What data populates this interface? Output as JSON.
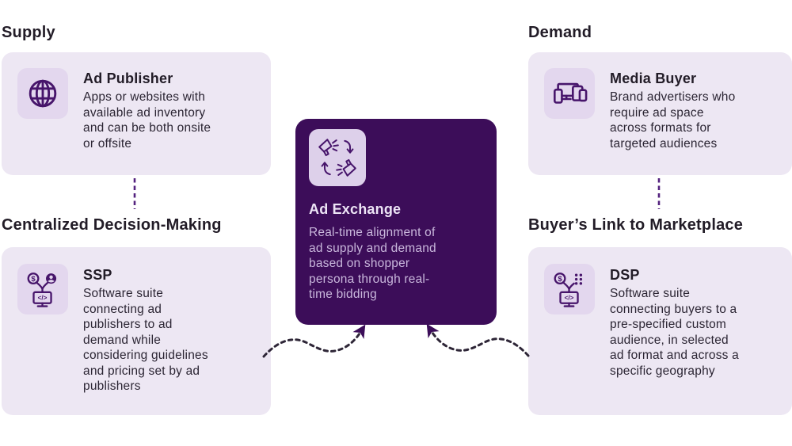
{
  "colors": {
    "background": "#ffffff",
    "card_bg": "#EDE7F3",
    "icon_tile_bg": "#E3D7EE",
    "icon_stroke": "#47156B",
    "center_card_bg": "#3C0D59",
    "center_tile_bg": "#DDD0EA",
    "center_title_text": "#EDE4F6",
    "center_body_text": "#C9B7DC",
    "heading_text": "#221c27",
    "body_text": "#2b2533",
    "dashed_connector": "#53217E",
    "wavy_arrow_dash": "#2E2637",
    "arrowhead": "#3C0D59"
  },
  "headings": {
    "supply": "Supply",
    "demand": "Demand",
    "centralized": "Centralized Decision-Making",
    "buyers_link": "Buyer’s Link to Marketplace"
  },
  "cards": {
    "ad_publisher": {
      "title": "Ad Publisher",
      "body": "Apps or websites with\navailable ad inventory\nand can be both onsite\nor offsite",
      "icon": "globe-icon"
    },
    "ssp": {
      "title": "SSP",
      "body": "Software suite\nconnecting ad\npublishers to ad\ndemand while\nconsidering guidelines\nand pricing set by ad\npublishers",
      "icon": "ssp-platform-icon"
    },
    "media_buyer": {
      "title": "Media Buyer",
      "body": "Brand advertisers who\nrequire ad space\nacross formats for\ntargeted audiences",
      "icon": "devices-icon"
    },
    "dsp": {
      "title": "DSP",
      "body": "Software suite\nconnecting buyers to a\npre-specified custom\naudience, in selected\nad format and across a\nspecific geography",
      "icon": "dsp-platform-icon"
    },
    "ad_exchange": {
      "title": "Ad Exchange",
      "body": "Real-time alignment of\nad supply and demand\nbased on shopper\npersona through real-\ntime bidding",
      "icon": "megaphone-exchange-icon"
    }
  },
  "icon_glyphs": {
    "dollar": "$",
    "code": "</>"
  },
  "connectors": {
    "supply_to_ssp": "vertical-dashed",
    "demand_to_dsp": "vertical-dashed",
    "ssp_to_exchange": "wavy-dashed-arrow",
    "dsp_to_exchange": "wavy-dashed-arrow"
  }
}
